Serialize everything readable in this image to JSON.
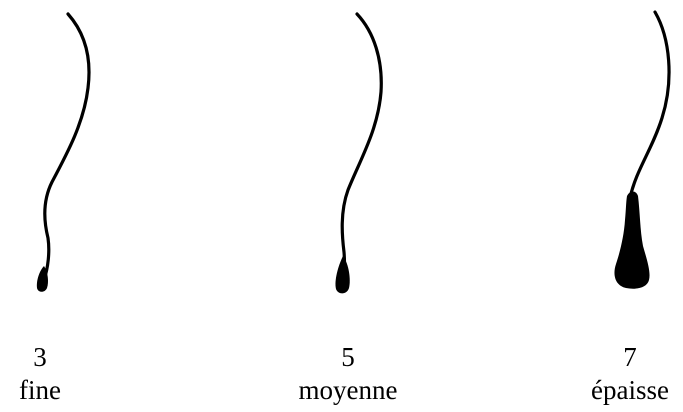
{
  "items": [
    {
      "number": "3",
      "word": "fine"
    },
    {
      "number": "5",
      "word": "moyenne"
    },
    {
      "number": "7",
      "word": "épaisse"
    }
  ],
  "colors": {
    "ink": "#000000",
    "background": "#ffffff"
  }
}
